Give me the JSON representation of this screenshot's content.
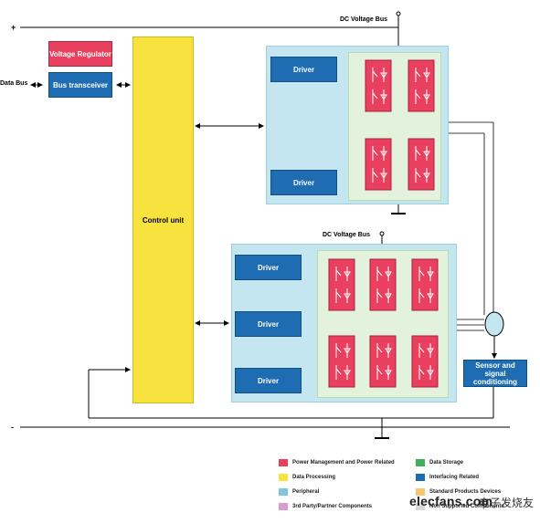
{
  "labels": {
    "dc_bus_top": "DC Voltage Bus",
    "dc_bus_mid": "DC Voltage Bus",
    "data_bus": "Data Bus",
    "voltage_regulator": "Voltage Regulator",
    "bus_transceiver": "Bus transceiver",
    "control_unit": "Control unit",
    "sensor": "Sensor and signal conditioning",
    "minus": "-",
    "plus": "+"
  },
  "drivers_top": [
    "Driver",
    "Driver"
  ],
  "drivers_bottom": [
    "Driver",
    "Driver",
    "Driver"
  ],
  "legend": [
    {
      "label": "Power Management and Power Related",
      "color": "#e8405e"
    },
    {
      "label": "Data Storage",
      "color": "#3fae5a"
    },
    {
      "label": "Data Processing",
      "color": "#f7e23e"
    },
    {
      "label": "Interfacing Related",
      "color": "#1e6db3"
    },
    {
      "label": "Peripheral",
      "color": "#7fc4e0"
    },
    {
      "label": "Standard Products Devices",
      "color": "#f7c56b"
    },
    {
      "label": "3rd Party/Partner Components",
      "color": "#d89cd0"
    },
    {
      "label": "Non Supported Components",
      "color": "#d8d8d8"
    }
  ],
  "watermark": {
    "text": "elecfans.com",
    "cn": "电子发烧友"
  },
  "colors": {
    "power": "#e8405e",
    "interface": "#1e6db3",
    "control": "#f7e23e",
    "panel": "#c4e6f0",
    "subpanel": "#e2f2dc"
  }
}
